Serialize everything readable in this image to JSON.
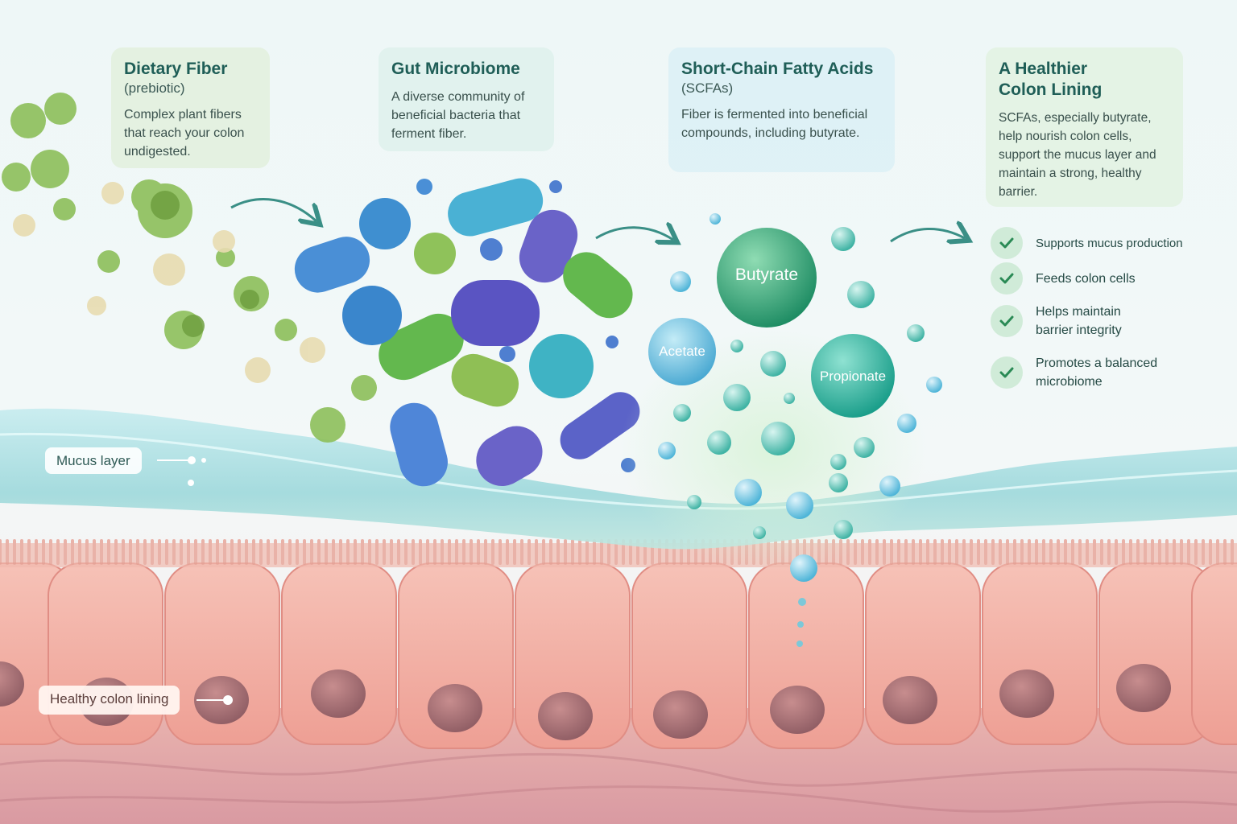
{
  "cards": {
    "fiber": {
      "title": "Dietary Fiber",
      "subtitle": "(prebiotic)",
      "body": "Complex plant fibers that reach your colon undigested."
    },
    "microbiome": {
      "title": "Gut Microbiome",
      "body": "A diverse community of beneficial bacteria that ferment fiber."
    },
    "scfa": {
      "title": "Short-Chain Fatty Acids",
      "subtitle": "(SCFAs)",
      "body": "Fiber is fermented into beneficial compounds, including butyrate."
    },
    "colon": {
      "title_line1": "A Healthier",
      "title_line2": "Colon Lining",
      "body": "SCFAs, especially butyrate, help nourish colon cells, support the mucus layer and maintain a strong, healthy barrier."
    }
  },
  "benefits": [
    {
      "text": "Supports mucus production"
    },
    {
      "text": "Feeds colon cells"
    },
    {
      "text": "Helps maintain barrier integrity"
    },
    {
      "text": "Promotes a balanced microbiome"
    }
  ],
  "molecules": {
    "butyrate": "Butyrate",
    "acetate": "Acetate",
    "propionate": "Propionate"
  },
  "labels": {
    "mucus": "Mucus layer",
    "colon_lining": "Healthy colon lining"
  },
  "colors": {
    "accent": "#2f8f80",
    "check": "#2a8a55",
    "mucus": "#8fd3d6",
    "cell": "#f2b0a4",
    "butyrate": "#3fae7f",
    "acetate": "#6ec4e3",
    "propionate": "#2fb5a0"
  }
}
